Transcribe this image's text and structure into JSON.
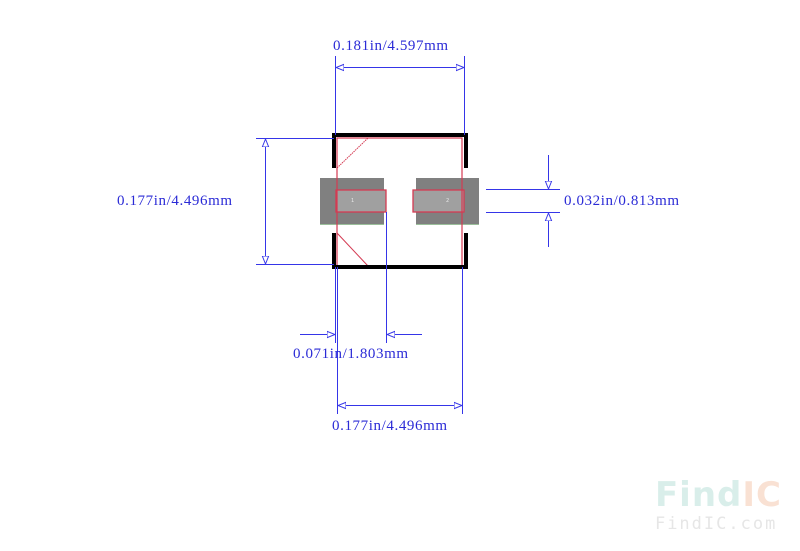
{
  "diagram": {
    "type": "SMD component footprint / land pattern",
    "colors": {
      "dimension": "#3535e8",
      "dimension_text": "#2b2bd6",
      "body_outline": "#000000",
      "courtyard": "#d43a52",
      "pad_fill": "#808080",
      "pad_inner": "#a0a0a0"
    },
    "dimensions": {
      "top_width": "0.181in/4.597mm",
      "left_height": "0.177in/4.496mm",
      "pad_height": "0.032in/0.813mm",
      "pad_offset": "0.071in/1.803mm",
      "bottom_width": "0.177in/4.496mm"
    },
    "pads": [
      {
        "number": "1"
      },
      {
        "number": "2"
      }
    ]
  },
  "watermark": {
    "logo_find": "Find",
    "logo_ic": "IC",
    "url": "FindIC.com"
  }
}
